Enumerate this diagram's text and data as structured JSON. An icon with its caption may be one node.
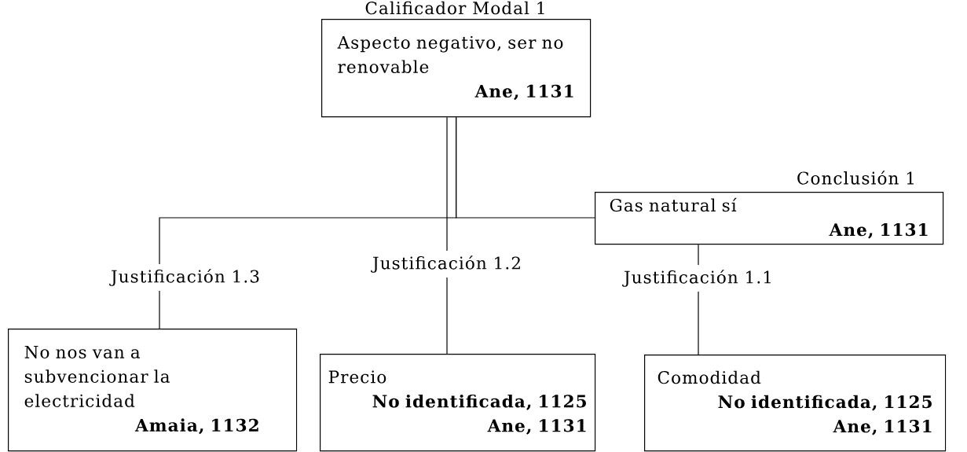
{
  "diagram": {
    "nodes": [
      {
        "text": [
          "Calificador Modal 1",
          "Aspecto negativo, ser no renovable",
          "Ane, 1131"
        ]
      },
      {
        "text": [
          "Conclusión 1",
          "Gas natural sí",
          "Ane, 1131"
        ]
      },
      {
        "text": [
          "Justificación 1.3"
        ]
      },
      {
        "text": [
          "No nos van a subvencionar la electricidad",
          "Amaia, 1132"
        ]
      },
      {
        "text": [
          "Justificación 1.2"
        ]
      },
      {
        "text": [
          "Precio",
          "No identificada, 1125",
          "Ane, 1131"
        ]
      },
      {
        "text": [
          "Justificación 1.1"
        ]
      },
      {
        "text": [
          "Comodidad",
          "No identificada, 1125",
          "Ane, 1131"
        ]
      }
    ],
    "edges": [
      {
        "from": 0,
        "to": 1,
        "arrow": "none"
      },
      {
        "from": 0,
        "to": 2,
        "arrow": "none"
      },
      {
        "from": 0,
        "to": 4,
        "arrow": "none"
      },
      {
        "from": 1,
        "to": 6,
        "arrow": "none"
      },
      {
        "from": 2,
        "to": 3,
        "arrow": "none"
      },
      {
        "from": 4,
        "to": 5,
        "arrow": "none"
      },
      {
        "from": 6,
        "to": 7,
        "arrow": "none"
      }
    ]
  }
}
